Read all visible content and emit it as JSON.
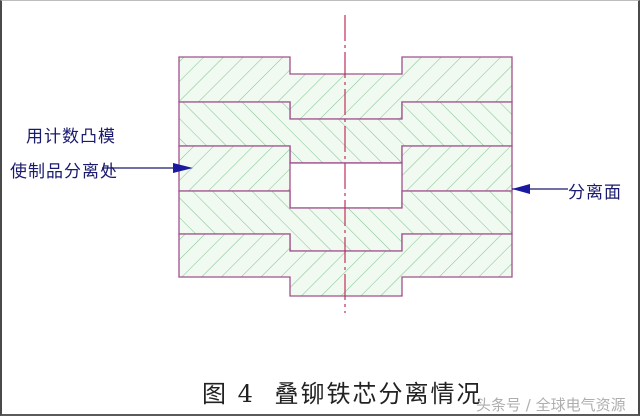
{
  "diagram": {
    "title": "Separation of laminated riveted iron core",
    "colors": {
      "outline": "#a0508c",
      "hatch": "#7fbf8f",
      "fill": "#eef8ee",
      "centerline": "#c0305a",
      "arrow": "#1a1aa0",
      "label_text": "#1a1a6e"
    }
  },
  "labels": {
    "left_line1": "用计数凸模",
    "left_line2": "使制品分离处",
    "right": "分离面"
  },
  "caption": {
    "figure_number": "图 4",
    "text": "叠铆铁芯分离情况"
  },
  "watermark": "头条号 / 全球电气资源"
}
